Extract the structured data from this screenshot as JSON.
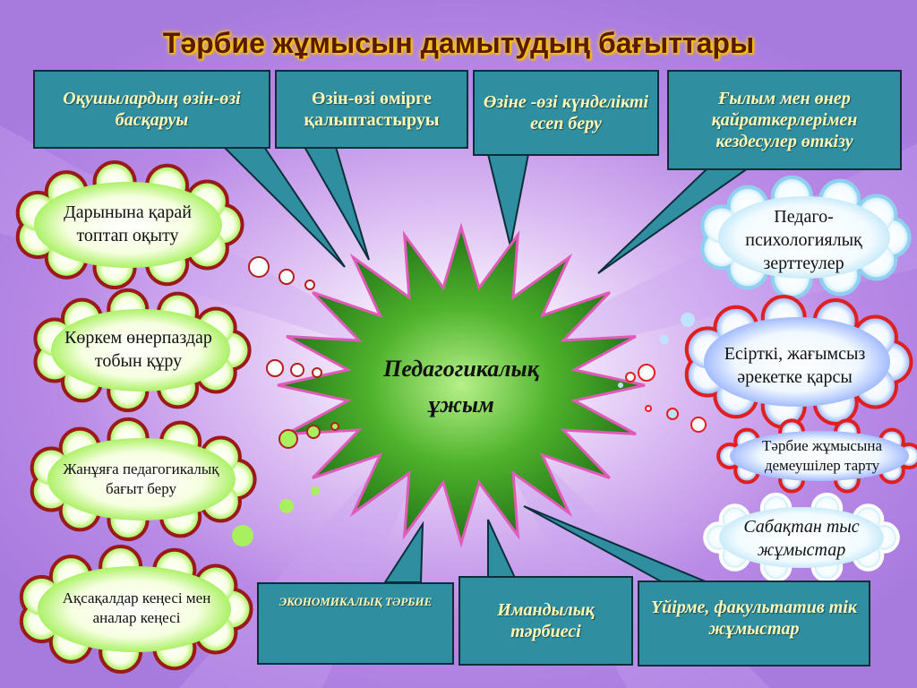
{
  "title": "Тәрбие жұмысын дамытудың бағыттары",
  "center": {
    "line1": "Педагогикалық",
    "line2": "ұжым"
  },
  "top_boxes": [
    {
      "text": "Оқушылардың өзін-өзі басқаруы"
    },
    {
      "text": "Өзін-өзі өмірге қалыптастыруы"
    },
    {
      "text": "Өзіне -өзі күнделікті есеп беру"
    },
    {
      "text": "Ғылым мен өнер қайраткерлерімен кездесулер өткізу"
    }
  ],
  "bottom_boxes": [
    {
      "text": "ЭКОНОМИКАЛЫҚ ТӘРБИЕ"
    },
    {
      "text": "Имандылық тәрбиесі"
    },
    {
      "text": "Үйірме, факультатив тік жұмыстар"
    }
  ],
  "left_clouds": [
    {
      "text": "Дарынына қарай топтап оқыту"
    },
    {
      "text": "Көркем өнерпаздар тобын құру"
    },
    {
      "text": "Жанұяға педагогикалық бағыт беру"
    },
    {
      "text": "Ақсақалдар кеңесі мен аналар кеңесі"
    }
  ],
  "right_clouds": [
    {
      "text": "Педаго-психологиялық зерттеулер"
    },
    {
      "text": "Есірткі, жағымсыз әрекетке қарсы"
    },
    {
      "text": "Тәрбие жұмысына демеушілер тарту"
    },
    {
      "text": "Сабақтан тыс жұмыстар"
    }
  ],
  "colors": {
    "box_fill": "#2f8fa0",
    "box_text": "#fff9b8",
    "star_fill": "#2e8b1e",
    "star_border": "#e05ab8",
    "cloud_green_fill": "#f4ffd8",
    "cloud_green_ring": "#7fe03a",
    "cloud_green_outline": "#9a1a1a",
    "cloud_blue_fill": "#e8f6ff",
    "cloud_blue_ring": "#4a40e0",
    "cloud_red_outline": "#e02020"
  }
}
